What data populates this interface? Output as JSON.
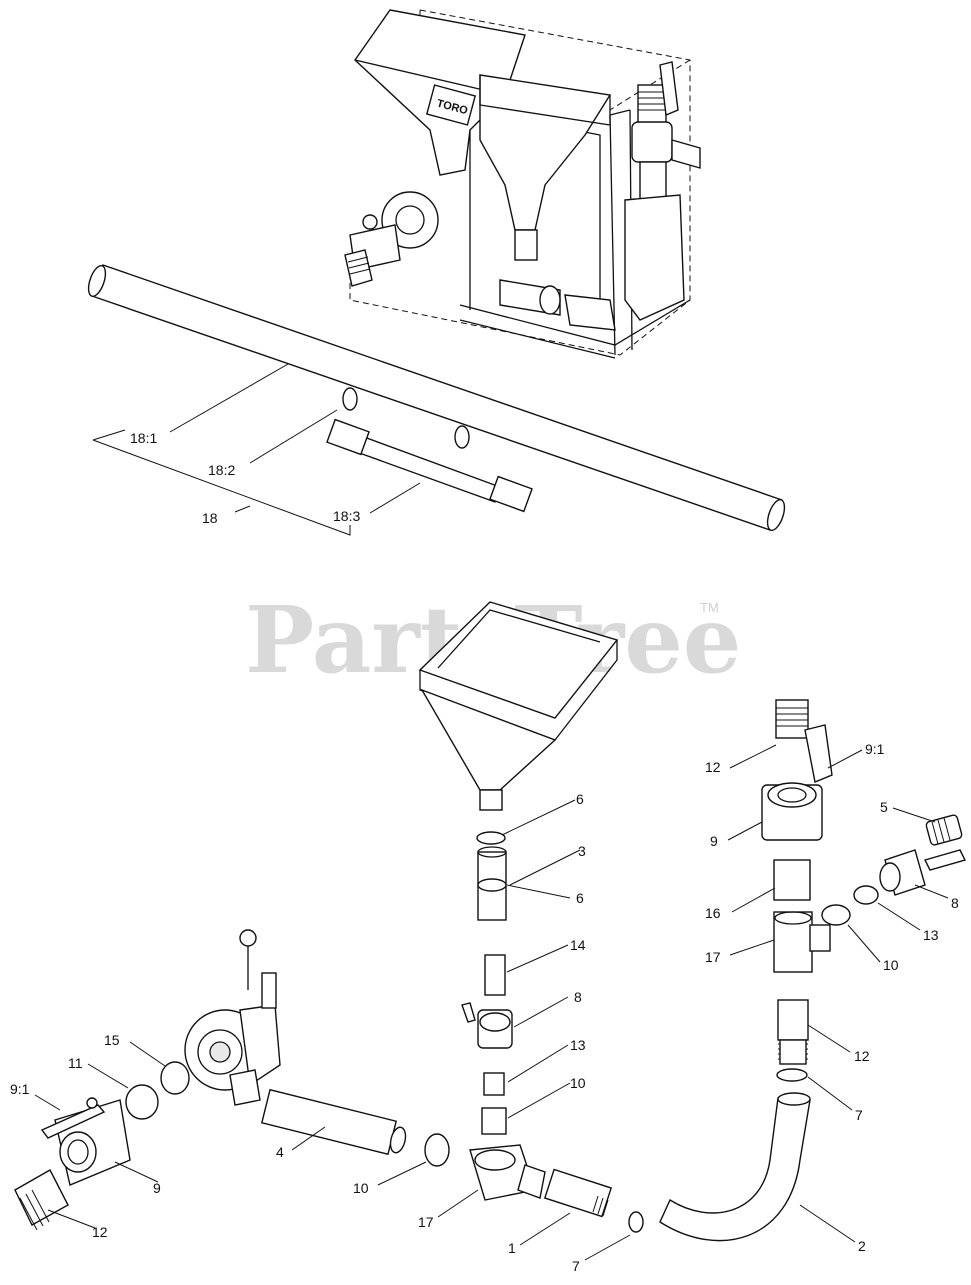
{
  "watermark": {
    "text": "PartsTree",
    "mark": "TM"
  },
  "assembly_label": "TORO",
  "callouts": [
    {
      "id": "c-18-1",
      "text": "18:1"
    },
    {
      "id": "c-18-2",
      "text": "18:2"
    },
    {
      "id": "c-18",
      "text": "18"
    },
    {
      "id": "c-18-3",
      "text": "18:3"
    },
    {
      "id": "c-6a",
      "text": "6"
    },
    {
      "id": "c-3",
      "text": "3"
    },
    {
      "id": "c-6b",
      "text": "6"
    },
    {
      "id": "c-14",
      "text": "14"
    },
    {
      "id": "c-8a",
      "text": "8"
    },
    {
      "id": "c-13a",
      "text": "13"
    },
    {
      "id": "c-10a",
      "text": "10"
    },
    {
      "id": "c-12a",
      "text": "12"
    },
    {
      "id": "c-9-1a",
      "text": "9:1"
    },
    {
      "id": "c-5",
      "text": "5"
    },
    {
      "id": "c-9a",
      "text": "9"
    },
    {
      "id": "c-8b",
      "text": "8"
    },
    {
      "id": "c-16",
      "text": "16"
    },
    {
      "id": "c-13b",
      "text": "13"
    },
    {
      "id": "c-10b",
      "text": "10"
    },
    {
      "id": "c-17a",
      "text": "17"
    },
    {
      "id": "c-12b",
      "text": "12"
    },
    {
      "id": "c-7a",
      "text": "7"
    },
    {
      "id": "c-15",
      "text": "15"
    },
    {
      "id": "c-11",
      "text": "11"
    },
    {
      "id": "c-9-1b",
      "text": "9:1"
    },
    {
      "id": "c-4",
      "text": "4"
    },
    {
      "id": "c-9b",
      "text": "9"
    },
    {
      "id": "c-10c",
      "text": "10"
    },
    {
      "id": "c-12c",
      "text": "12"
    },
    {
      "id": "c-17b",
      "text": "17"
    },
    {
      "id": "c-1",
      "text": "1"
    },
    {
      "id": "c-7b",
      "text": "7"
    },
    {
      "id": "c-2",
      "text": "2"
    }
  ]
}
